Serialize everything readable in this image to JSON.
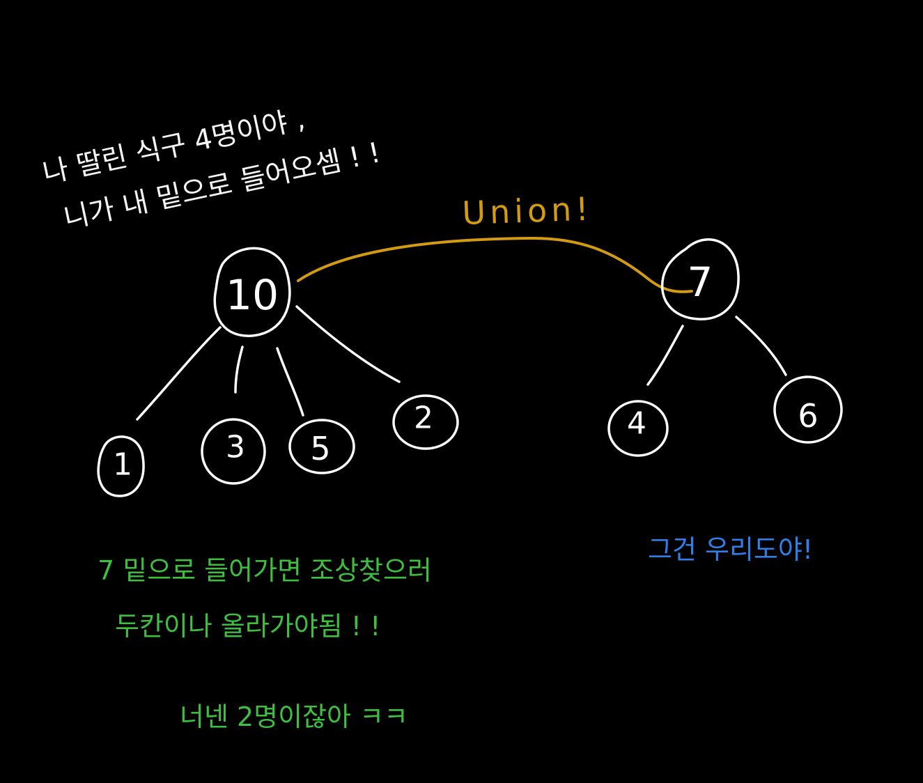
{
  "colors": {
    "background": "#000000",
    "ink": "#ffffff",
    "union": "#d39b12",
    "green_note": "#3fbf3f",
    "blue_note": "#2f7fe6"
  },
  "union_label": "Union!",
  "nodes": {
    "n10": "10",
    "n1": "1",
    "n3": "3",
    "n5": "5",
    "n2": "2",
    "n7": "7",
    "n4": "4",
    "n6": "6"
  },
  "notes": {
    "white_line1": "나 딸린 식구 4명이야 ,",
    "white_line2": "니가 내 밑으로 들어오셈 ! !",
    "green_line1": "7 밑으로 들어가면  조상찾으러",
    "green_line2": "두칸이나 올라가야됨 ! !",
    "green_line3": "너넨 2명이잖아 ㅋㅋ",
    "blue_line1": "그건 우리도야!"
  }
}
